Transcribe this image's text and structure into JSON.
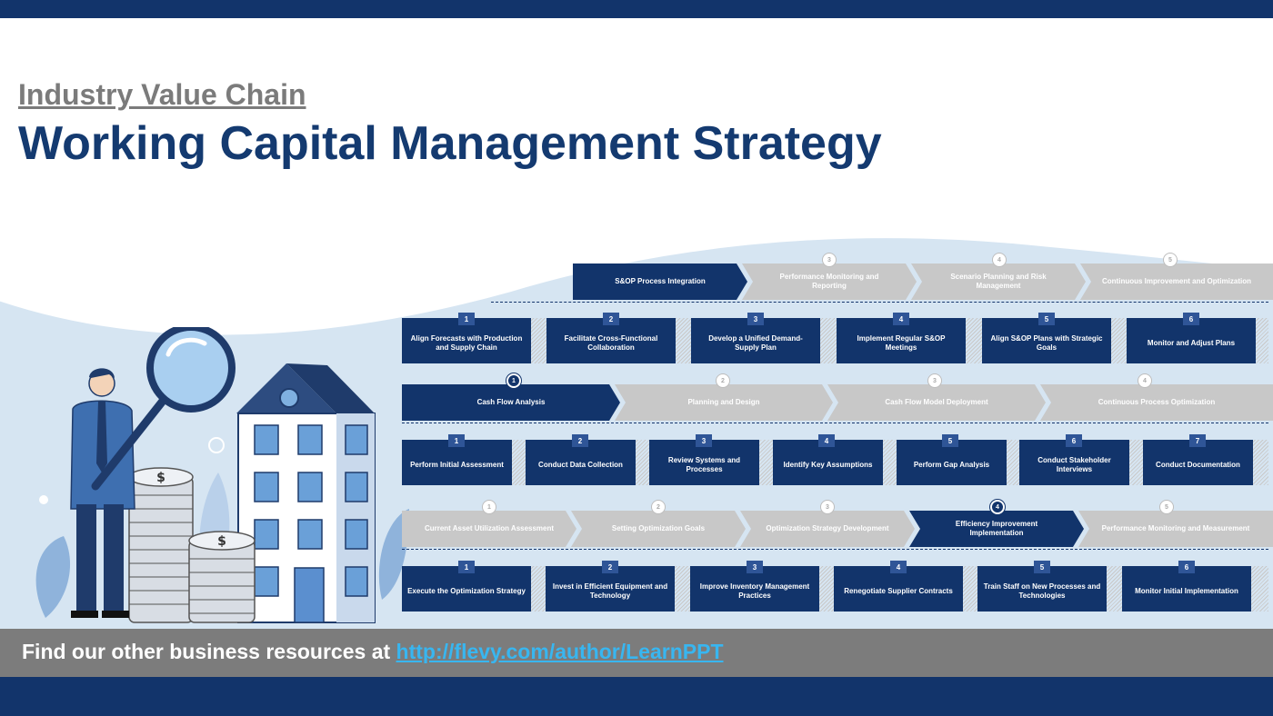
{
  "header": {
    "subtitle": "Industry Value Chain",
    "title": "Working Capital Management Strategy"
  },
  "footer": {
    "text": "Find our other business resources at ",
    "link": "http://flevy.com/author/LearnPPT"
  },
  "colors": {
    "navy": "#12346b",
    "inactive_chevron": "#c8c8c8",
    "footer_gray": "#7c7c7c",
    "link_blue": "#38b6f0",
    "light_blue_bg": "#d6e5f2"
  },
  "process_1": {
    "stages": [
      {
        "num": "",
        "label": "S&OP Process Integration",
        "active": true
      },
      {
        "num": "3",
        "label": "Performance Monitoring and Reporting",
        "active": false
      },
      {
        "num": "4",
        "label": "Scenario Planning and Risk Management",
        "active": false
      },
      {
        "num": "5",
        "label": "Continuous Improvement and Optimization",
        "active": false
      }
    ],
    "steps": [
      {
        "num": "1",
        "label": "Align Forecasts with Production and Supply Chain"
      },
      {
        "num": "2",
        "label": "Facilitate Cross-Functional Collaboration"
      },
      {
        "num": "3",
        "label": "Develop a Unified Demand-Supply Plan"
      },
      {
        "num": "4",
        "label": "Implement Regular S&OP Meetings"
      },
      {
        "num": "5",
        "label": "Align S&OP Plans with Strategic Goals"
      },
      {
        "num": "6",
        "label": "Monitor and Adjust Plans"
      }
    ]
  },
  "process_2": {
    "stages": [
      {
        "num": "1",
        "label": "Cash Flow Analysis",
        "active": true
      },
      {
        "num": "2",
        "label": "Planning and Design",
        "active": false
      },
      {
        "num": "3",
        "label": "Cash Flow Model Deployment",
        "active": false
      },
      {
        "num": "4",
        "label": "Continuous Process Optimization",
        "active": false
      }
    ],
    "steps": [
      {
        "num": "1",
        "label": "Perform Initial Assessment"
      },
      {
        "num": "2",
        "label": "Conduct Data Collection"
      },
      {
        "num": "3",
        "label": "Review Systems and Processes"
      },
      {
        "num": "4",
        "label": "Identify Key Assumptions"
      },
      {
        "num": "5",
        "label": "Perform Gap Analysis"
      },
      {
        "num": "6",
        "label": "Conduct Stakeholder Interviews"
      },
      {
        "num": "7",
        "label": "Conduct Documentation"
      }
    ]
  },
  "process_3": {
    "stages": [
      {
        "num": "1",
        "label": "Current Asset Utilization Assessment",
        "active": false
      },
      {
        "num": "2",
        "label": "Setting Optimization Goals",
        "active": false
      },
      {
        "num": "3",
        "label": "Optimization Strategy Development",
        "active": false
      },
      {
        "num": "4",
        "label": "Efficiency Improvement Implementation",
        "active": true
      },
      {
        "num": "5",
        "label": "Performance Monitoring and Measurement",
        "active": false
      }
    ],
    "steps": [
      {
        "num": "1",
        "label": "Execute the Optimization Strategy"
      },
      {
        "num": "2",
        "label": "Invest in Efficient Equipment and Technology"
      },
      {
        "num": "3",
        "label": "Improve Inventory Management Practices"
      },
      {
        "num": "4",
        "label": "Renegotiate Supplier Contracts"
      },
      {
        "num": "5",
        "label": "Train Staff on New Processes and Technologies"
      },
      {
        "num": "6",
        "label": "Monitor Initial Implementation"
      }
    ]
  },
  "icons": [
    "magnifying-glass-icon",
    "house-icon",
    "coin-stack-icon",
    "businessman-icon",
    "leaf-icon"
  ]
}
